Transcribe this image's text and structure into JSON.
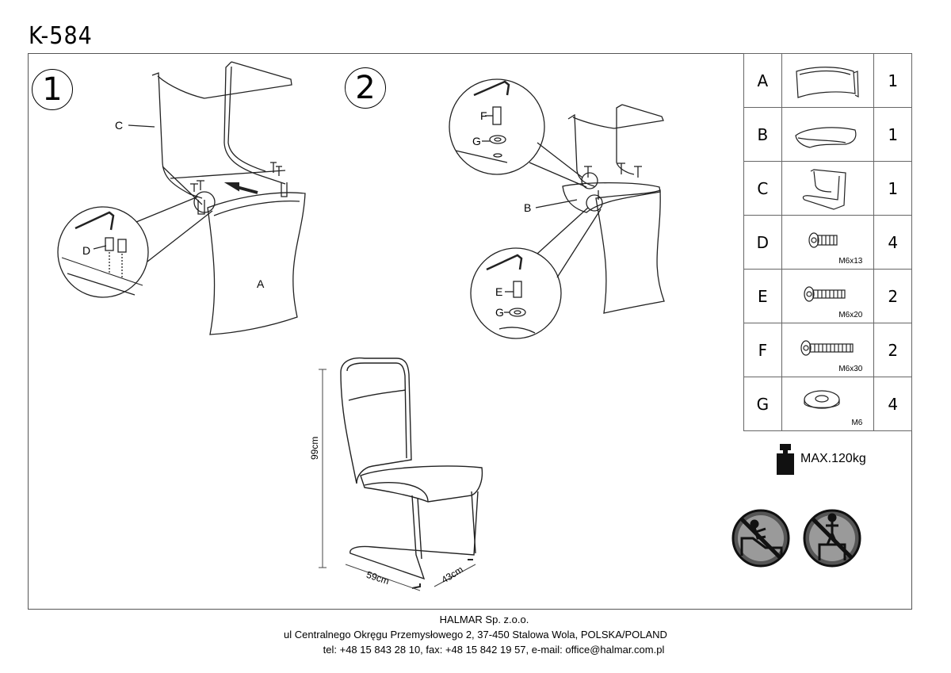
{
  "document": {
    "title": "K-584"
  },
  "steps": [
    {
      "number": "1"
    },
    {
      "number": "2"
    }
  ],
  "labels": {
    "A": "A",
    "B": "B",
    "C": "C",
    "D": "D",
    "E": "E",
    "F": "F",
    "G1": "G",
    "G2": "G"
  },
  "dimensions": {
    "height": "99cm",
    "width": "59cm",
    "depth": "43cm"
  },
  "parts": [
    {
      "letter": "A",
      "qty": "1",
      "size": "",
      "icon": "backrest-icon"
    },
    {
      "letter": "B",
      "qty": "1",
      "size": "",
      "icon": "seat-icon"
    },
    {
      "letter": "C",
      "qty": "1",
      "size": "",
      "icon": "frame-icon"
    },
    {
      "letter": "D",
      "qty": "4",
      "size": "M6x13",
      "icon": "bolt-short-icon"
    },
    {
      "letter": "E",
      "qty": "2",
      "size": "M6x20",
      "icon": "bolt-medium-icon"
    },
    {
      "letter": "F",
      "qty": "2",
      "size": "M6x30",
      "icon": "bolt-long-icon"
    },
    {
      "letter": "G",
      "qty": "4",
      "size": "M6",
      "icon": "washer-icon"
    }
  ],
  "max_load": "MAX.120kg",
  "footer": {
    "company": "HALMAR Sp. z.o.o.",
    "address": "ul Centralnego Okręgu Przemysłowego 2, 37-450 Stalowa Wola, POLSKA/POLAND",
    "contact": "tel: +48 15 843 28 10, fax: +48 15 842 19 57, e-mail: office@halmar.com.pl"
  }
}
